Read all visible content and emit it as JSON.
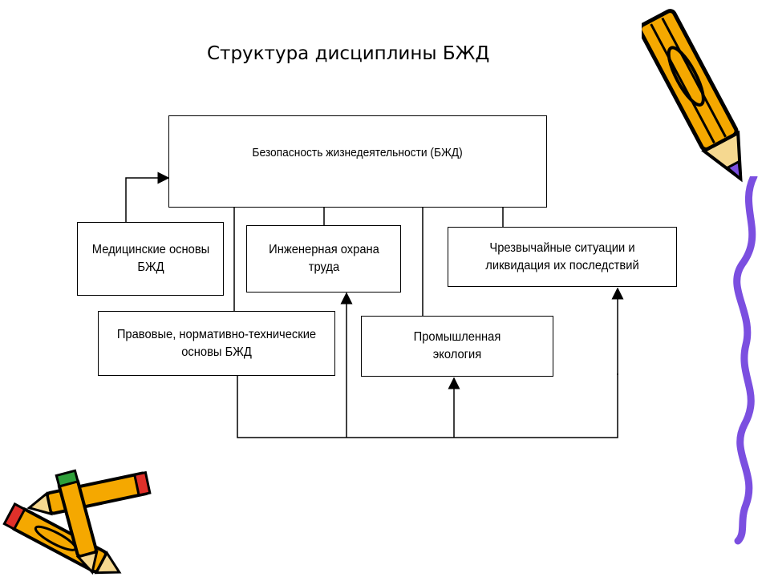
{
  "title": "Структура дисциплины БЖД",
  "boxes": {
    "main": "Безопасность жизнедеятельности (БЖД)",
    "medical": "Медицинские основы БЖД",
    "engineering": "Инженерная охрана труда",
    "emergency": "Чрезвычайные ситуации и ликвидация их последствий",
    "legal": "Правовые, нормативно-технические основы БЖД",
    "ecology": "Промышленная экология"
  },
  "colors": {
    "line": "#000000",
    "pencil_body": "#F5A800",
    "pencil_outline": "#000000",
    "pencil_tip": "#7B4FE0",
    "pencil_eraser_red": "#E0302A",
    "pencil_eraser_green": "#2FA03A",
    "squiggle": "#7B4FE0"
  },
  "icons": [
    "pencil-icon",
    "pencil-pair-icon",
    "squiggle-decoration"
  ]
}
